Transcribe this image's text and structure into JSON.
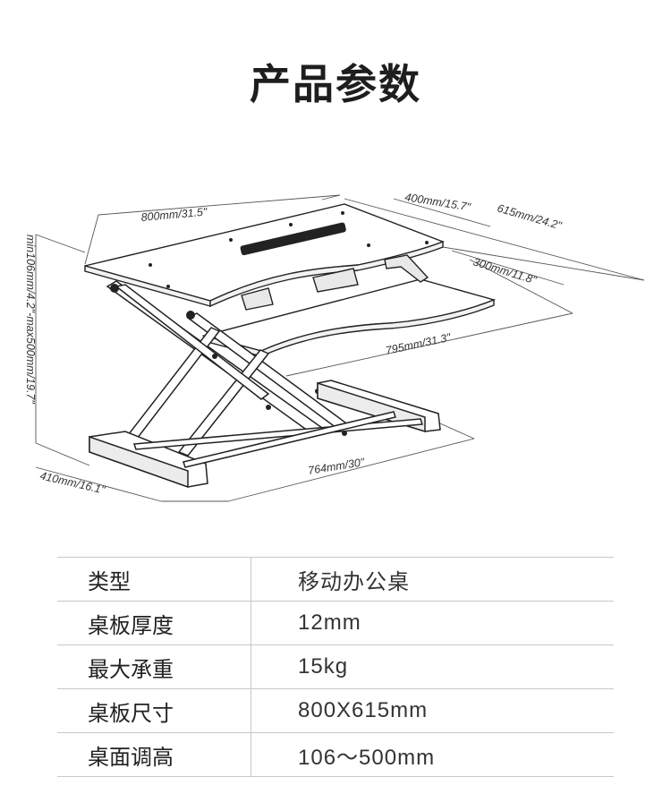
{
  "title": "产品参数",
  "dimensions": {
    "width_top": "800mm/31.5\"",
    "depth_top": "400mm/15.7\"",
    "depth_total": "615mm/24.2\"",
    "depth_keyboard": "300mm/11.8\"",
    "width_keyboard": "795mm/31.3\"",
    "height_range": "min106mm/4.2\"-max500mm/19.7\"",
    "width_base": "764mm/30\"",
    "depth_base": "410mm/16.1\""
  },
  "specs": [
    {
      "label": "类型",
      "value": "移动办公桌"
    },
    {
      "label": "桌板厚度",
      "value": "12mm"
    },
    {
      "label": "最大承重",
      "value": "15kg"
    },
    {
      "label": "桌板尺寸",
      "value": "800X615mm"
    },
    {
      "label": "桌面调高",
      "value": "106～500mm"
    }
  ]
}
